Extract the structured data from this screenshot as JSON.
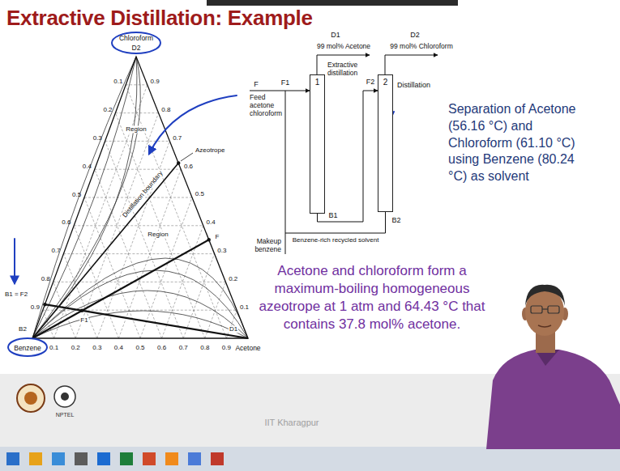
{
  "diagram": {
    "title": "Extractive Distillation: Example",
    "nodes": [
      {
        "text": [
          "1"
        ]
      },
      {
        "text": [
          "2"
        ]
      }
    ],
    "edges": [
      {
        "from": 0,
        "to": 1,
        "arrow": "to",
        "label": "F2"
      },
      {
        "from": 1,
        "to": 0,
        "arrow": "to",
        "label": "Benzene-rich recycled solvent"
      }
    ],
    "labels": [
      "0.1",
      "0.2",
      "0.3",
      "0.4",
      "0.5",
      "0.6",
      "0.7",
      "0.8",
      "0.9",
      "0.9",
      "0.8",
      "0.7",
      "0.6",
      "0.5",
      "0.4",
      "0.3",
      "0.2",
      "0.1",
      "0.1",
      "0.2",
      "0.3",
      "0.4",
      "0.5",
      "0.6",
      "0.7",
      "0.8",
      "0.9",
      "Chloroform",
      "D2",
      "Azeotrope",
      "Region",
      "Distillation boundary",
      "Region",
      "B1 = F2",
      "B2",
      "Benzene",
      "D1",
      "Acetone",
      "F1",
      "F",
      "D1",
      "99 mol% Acetone",
      "D2",
      "99 mol% Chloroform",
      "Extractive distillation",
      "Distillation",
      "F",
      "Feed acetone chloroform",
      "F1",
      "B1",
      "B2",
      "Makeup benzene",
      "Separation of Acetone (56.16 °C) and Chloroform (61.10 °C) using Benzene (80.24 °C) as solvent",
      "Acetone and chloroform form a maximum-boiling homogeneous azeotrope at 1 atm and 64.43 °C that contains 37.8 mol% acetone.",
      "NPTEL",
      "IIT Kharagpur"
    ]
  }
}
